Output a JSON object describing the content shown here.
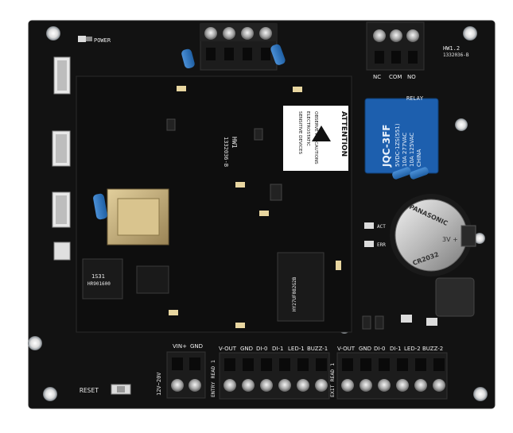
{
  "board": {
    "model_top": "HW1.2",
    "model_bottom": "1332036-B",
    "power_label": "POWER"
  },
  "relay": {
    "label": "RELAY",
    "terminals": [
      "NC",
      "COM",
      "NO"
    ],
    "brand": "JQC-3FF",
    "spec_lines": [
      "5VDC-1ZS(551)",
      "10A 277VAC",
      "10A 125VAC",
      "CHINA"
    ]
  },
  "module": {
    "model_top": "HW1",
    "model_bottom": "1332036-B",
    "warning_title": "ATTENTION",
    "warning_lines": [
      "OBSERVE PRECAUTIONS",
      "ELECTROSTATIC",
      "SENSITIVE DEVICES"
    ],
    "chip_text": "1S31",
    "chip_sub": "HR901600",
    "flash_text": "HY27UF082G2B"
  },
  "battery": {
    "label": "PANASONIC",
    "model": "CR2032",
    "polarity": "3V +"
  },
  "status_leds": [
    "ACT",
    "ERR"
  ],
  "reset_label": "RESET",
  "bottom_terminals": {
    "power_group": [
      "VIN+",
      "GND"
    ],
    "power_side": "12V~20V",
    "reader1": [
      "V-OUT",
      "GND",
      "DI-0",
      "DI-1",
      "LED-1",
      "BUZZ-1"
    ],
    "reader1_side": "ENTRY READ 1",
    "reader2": [
      "V-OUT",
      "GND",
      "DI-0",
      "DI-1",
      "LED-2",
      "BUZZ-2"
    ],
    "reader2_side": "EXIT READ 1"
  },
  "colors": {
    "pcb": "#121212",
    "terminal_block": "#1c1c1c",
    "capacitor_blue": "#2a6fb5",
    "relay_blue": "#1d5fae",
    "silkscreen": "#e8e8e8",
    "screw_brass": "#c9c9c9"
  }
}
